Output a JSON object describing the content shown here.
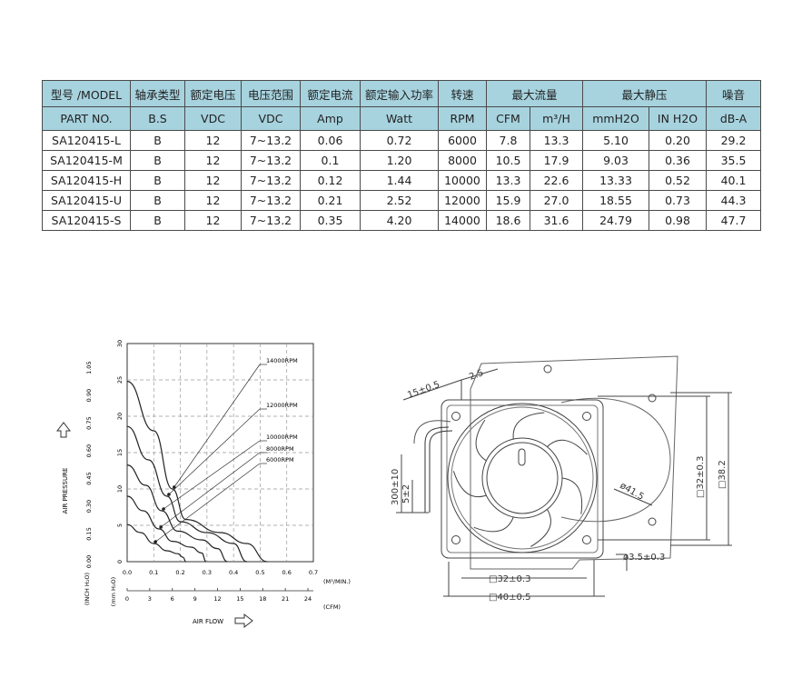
{
  "table": {
    "header_cn": [
      "型号 /MODEL",
      "轴承类型",
      "额定电压",
      "电压范围",
      "额定电流",
      "额定输入功率",
      "转速",
      "最大流量",
      "最大静压",
      "噪音"
    ],
    "header_en": [
      "PART NO.",
      "B.S",
      "VDC",
      "VDC",
      "Amp",
      "Watt",
      "RPM",
      "CFM",
      "m³/H",
      "mmH2O",
      "IN H2O",
      "dB-A"
    ],
    "rows": [
      [
        "SA120415-L",
        "B",
        "12",
        "7~13.2",
        "0.06",
        "0.72",
        "6000",
        "7.8",
        "13.3",
        "5.10",
        "0.20",
        "29.2"
      ],
      [
        "SA120415-M",
        "B",
        "12",
        "7~13.2",
        "0.1",
        "1.20",
        "8000",
        "10.5",
        "17.9",
        "9.03",
        "0.36",
        "35.5"
      ],
      [
        "SA120415-H",
        "B",
        "12",
        "7~13.2",
        "0.12",
        "1.44",
        "10000",
        "13.3",
        "22.6",
        "13.33",
        "0.52",
        "40.1"
      ],
      [
        "SA120415-U",
        "B",
        "12",
        "7~13.2",
        "0.21",
        "2.52",
        "12000",
        "15.9",
        "27.0",
        "18.55",
        "0.73",
        "44.3"
      ],
      [
        "SA120415-S",
        "B",
        "12",
        "7~13.2",
        "0.35",
        "4.20",
        "14000",
        "18.6",
        "31.6",
        "24.79",
        "0.98",
        "47.7"
      ]
    ]
  },
  "chart_data": {
    "type": "line",
    "ylabel": "AIR PRESSURE",
    "y_unit_inch": "(INCH H₂O)",
    "y_unit_mm": "(mm H₂O)",
    "xlabel": "AIR FLOW",
    "x_unit_m3": "(M³/MIN.)",
    "x_unit_cfm": "(CFM)",
    "ylim": [
      0,
      30
    ],
    "xlim": [
      0,
      0.7
    ],
    "grid": true,
    "y_ticks_mm": [
      "0",
      "5",
      "10",
      "15",
      "20",
      "25",
      "30"
    ],
    "y_ticks_inch": [
      "0.00",
      "0.15",
      "0.30",
      "0.45",
      "0.60",
      "0.75",
      "0.90",
      "1.05"
    ],
    "x_ticks_m3": [
      "0.0",
      "0.1",
      "0.2",
      "0.3",
      "0.4",
      "0.5",
      "0.6",
      "0.7"
    ],
    "x_ticks_cfm": [
      "0",
      "3",
      "6",
      "9",
      "12",
      "15",
      "18",
      "21",
      "24"
    ],
    "series": [
      {
        "name": "14000RPM",
        "points": [
          [
            0,
            24.8
          ],
          [
            0.1,
            18
          ],
          [
            0.17,
            10
          ],
          [
            0.22,
            5.8
          ],
          [
            0.35,
            4
          ],
          [
            0.45,
            2.5
          ],
          [
            0.527,
            0
          ]
        ]
      },
      {
        "name": "12000RPM",
        "points": [
          [
            0,
            18.6
          ],
          [
            0.08,
            14
          ],
          [
            0.15,
            9
          ],
          [
            0.2,
            5.5
          ],
          [
            0.3,
            4
          ],
          [
            0.4,
            2.5
          ],
          [
            0.45,
            0
          ]
        ]
      },
      {
        "name": "10000RPM",
        "points": [
          [
            0,
            13.3
          ],
          [
            0.07,
            10.5
          ],
          [
            0.13,
            7
          ],
          [
            0.19,
            4.2
          ],
          [
            0.28,
            3
          ],
          [
            0.34,
            1.8
          ],
          [
            0.377,
            0
          ]
        ]
      },
      {
        "name": "8000RPM",
        "points": [
          [
            0,
            9.0
          ],
          [
            0.06,
            7
          ],
          [
            0.12,
            4.5
          ],
          [
            0.17,
            2.8
          ],
          [
            0.24,
            2
          ],
          [
            0.28,
            1.2
          ],
          [
            0.297,
            0
          ]
        ]
      },
      {
        "name": "6000RPM",
        "points": [
          [
            0,
            5.1
          ],
          [
            0.05,
            4
          ],
          [
            0.1,
            2.5
          ],
          [
            0.15,
            1.5
          ],
          [
            0.19,
            1.1
          ],
          [
            0.21,
            0.6
          ],
          [
            0.221,
            0
          ]
        ]
      }
    ]
  },
  "drawing": {
    "dims": [
      "15±0.5",
      "2.5",
      "300±10",
      "5±2",
      "ø41.5",
      "ø3.5±0.3",
      "□32±0.3",
      "□40±0.5",
      "□32±0.3",
      "□38.2"
    ]
  }
}
